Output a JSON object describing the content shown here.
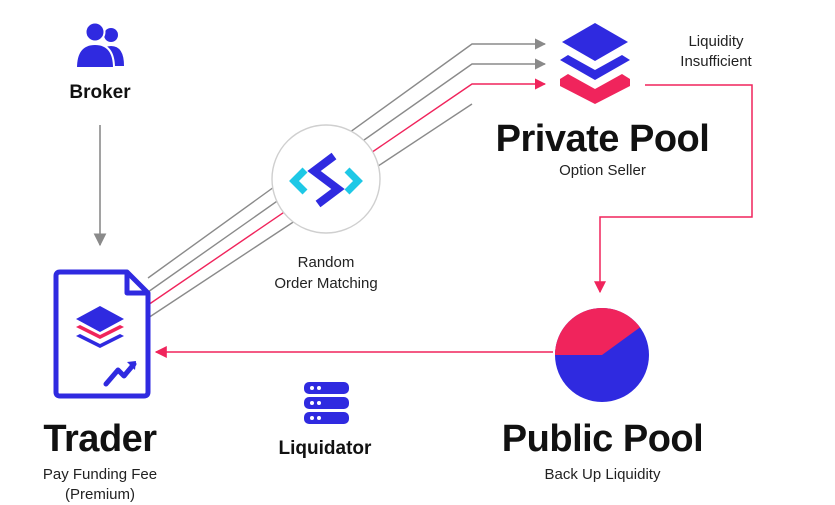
{
  "nodes": {
    "broker": {
      "label": "Broker"
    },
    "trader": {
      "title": "Trader",
      "subtitle_line1": "Pay Funding Fee",
      "subtitle_line2": "(Premium)"
    },
    "matching": {
      "label_line1": "Random",
      "label_line2": "Order Matching"
    },
    "private_pool": {
      "title": "Private Pool",
      "subtitle": "Option Seller",
      "note_line1": "Liquidity",
      "note_line2": "Insufficient"
    },
    "public_pool": {
      "title": "Public Pool",
      "subtitle": "Back Up Liquidity"
    },
    "liquidator": {
      "label": "Liquidator"
    }
  },
  "colors": {
    "primary": "#2f2ae0",
    "accent": "#f0245c",
    "cyan": "#1ec8e6",
    "gray_arrow": "#8a8a8a",
    "text": "#111111"
  },
  "icons": [
    "broker-users-icon",
    "trader-document-icon",
    "matching-logo-icon",
    "private-pool-layers-icon",
    "public-pool-pie-icon",
    "liquidator-server-icon"
  ],
  "public_pool_pie": {
    "accent_share_percent": 40
  }
}
